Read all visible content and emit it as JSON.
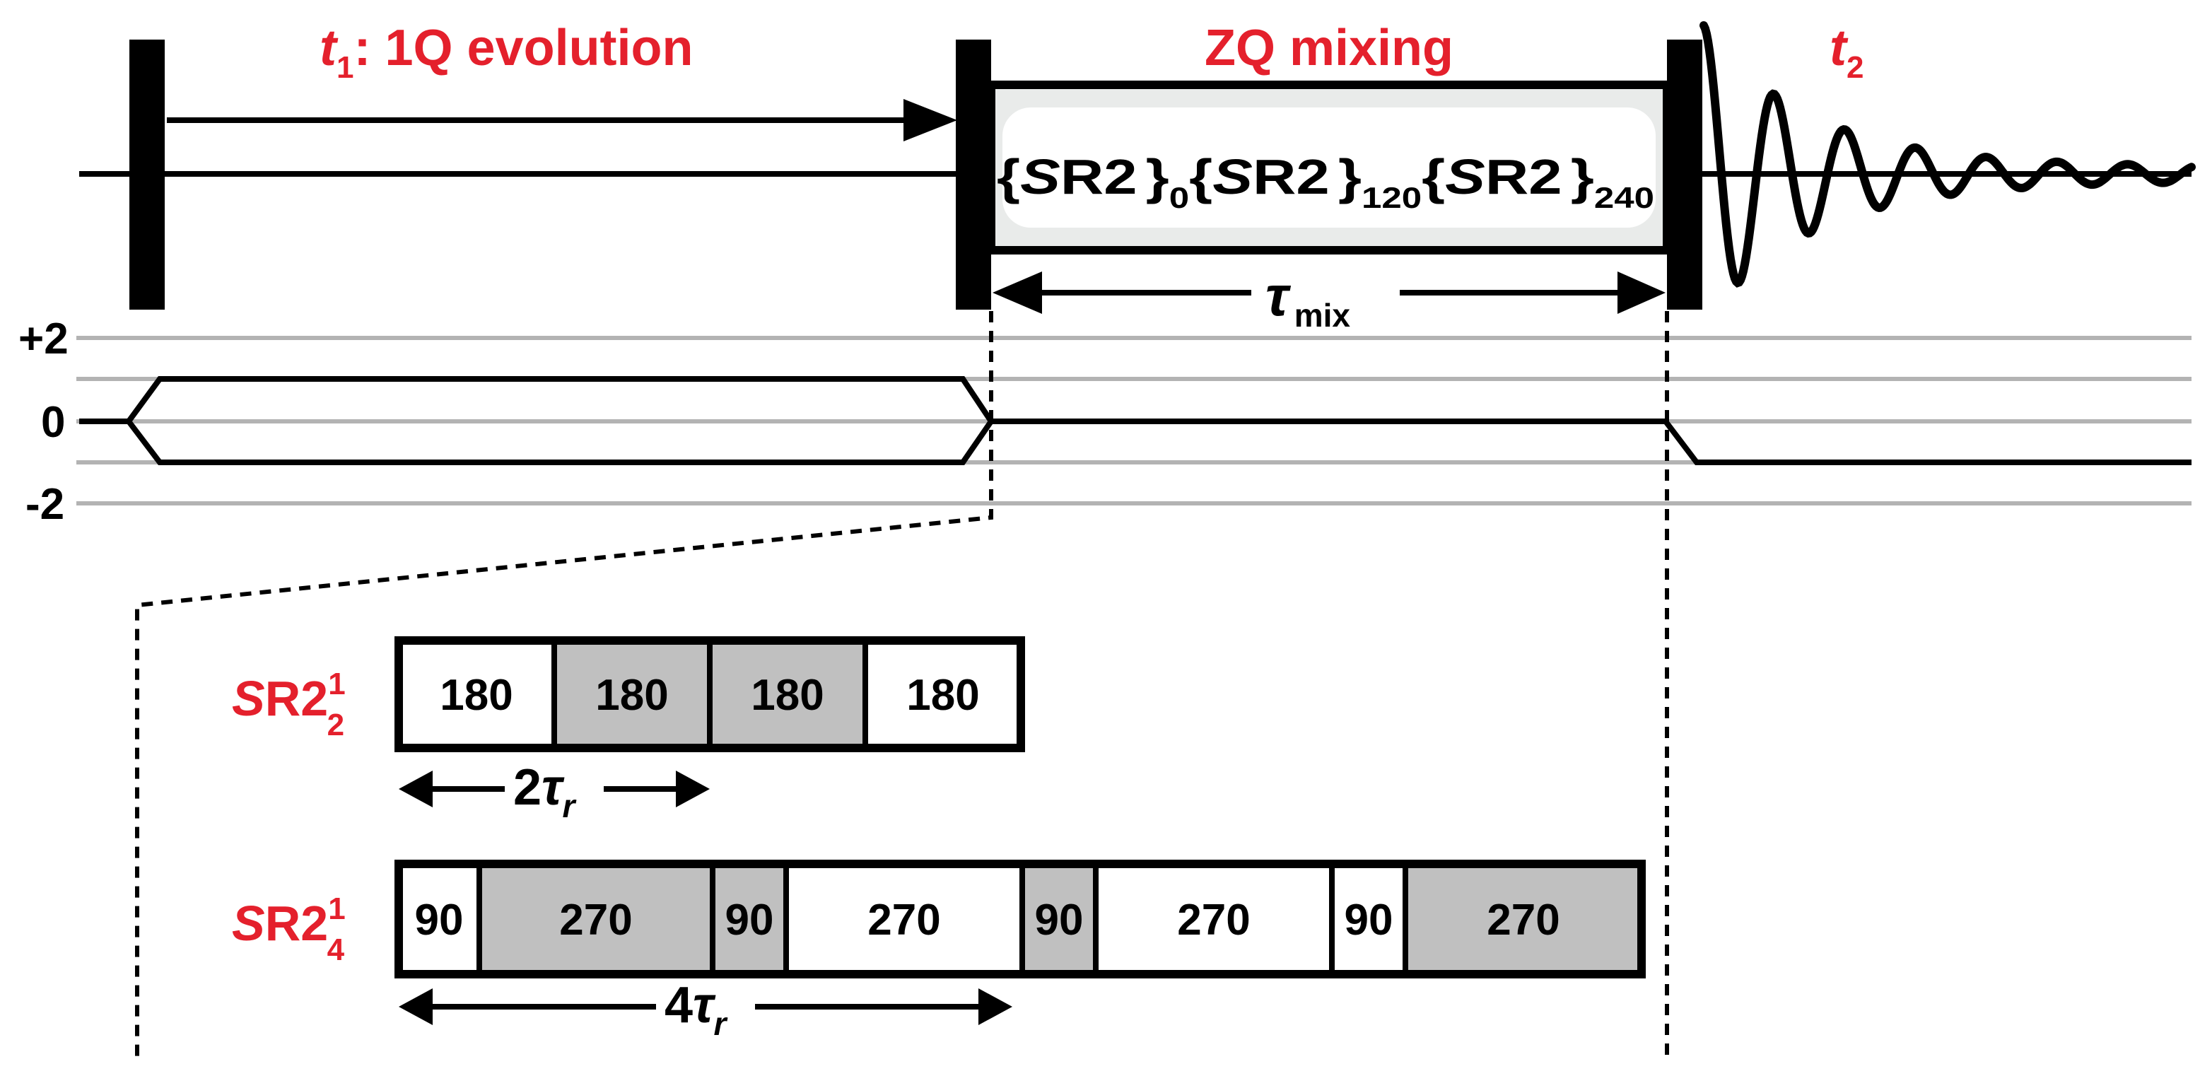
{
  "colors": {
    "accent_red": "#e4202c",
    "ink": "#000000",
    "grid": "#b3b3b3",
    "panel_gray": "#c4c4c4",
    "box_gray": "#c0c0c0"
  },
  "labels": {
    "t1_letter": "t",
    "t1_sub": "1",
    "t1_rest": ": 1Q evolution",
    "zq_mixing": "ZQ mixing",
    "t2_letter": "t",
    "t2_sub": "2",
    "tau_symbol": "τ",
    "tau_sub": "mix"
  },
  "mixing_block": {
    "part1_brace": "{",
    "part1_s": "S",
    "part1_r": "R2",
    "part1_close": "}",
    "part1_sub": "0",
    "part2_brace": "{",
    "part2_s": "S",
    "part2_r": "R2",
    "part2_close": "}",
    "part2_sub": "120",
    "part3_brace": "{",
    "part3_s": "S",
    "part3_r": "R2",
    "part3_close": "}",
    "part3_sub": "240"
  },
  "coherence_levels": [
    "+2",
    "0",
    "-2"
  ],
  "sequences": [
    {
      "name_s": "S",
      "name_r": "R2",
      "superscript": "1",
      "subscript": "2",
      "boxes": [
        {
          "label": "180",
          "shaded": false
        },
        {
          "label": "180",
          "shaded": true
        },
        {
          "label": "180",
          "shaded": true
        },
        {
          "label": "180",
          "shaded": false
        }
      ],
      "period_number": "2",
      "period_tau": "τ",
      "period_sub": "r"
    },
    {
      "name_s": "S",
      "name_r": "R2",
      "superscript": "1",
      "subscript": "4",
      "boxes": [
        {
          "label": "90",
          "shaded": false
        },
        {
          "label": "270",
          "shaded": true
        },
        {
          "label": "90",
          "shaded": true
        },
        {
          "label": "270",
          "shaded": false
        },
        {
          "label": "90",
          "shaded": true
        },
        {
          "label": "270",
          "shaded": false
        },
        {
          "label": "90",
          "shaded": false
        },
        {
          "label": "270",
          "shaded": true
        }
      ],
      "period_number": "4",
      "period_tau": "τ",
      "period_sub": "r"
    }
  ]
}
